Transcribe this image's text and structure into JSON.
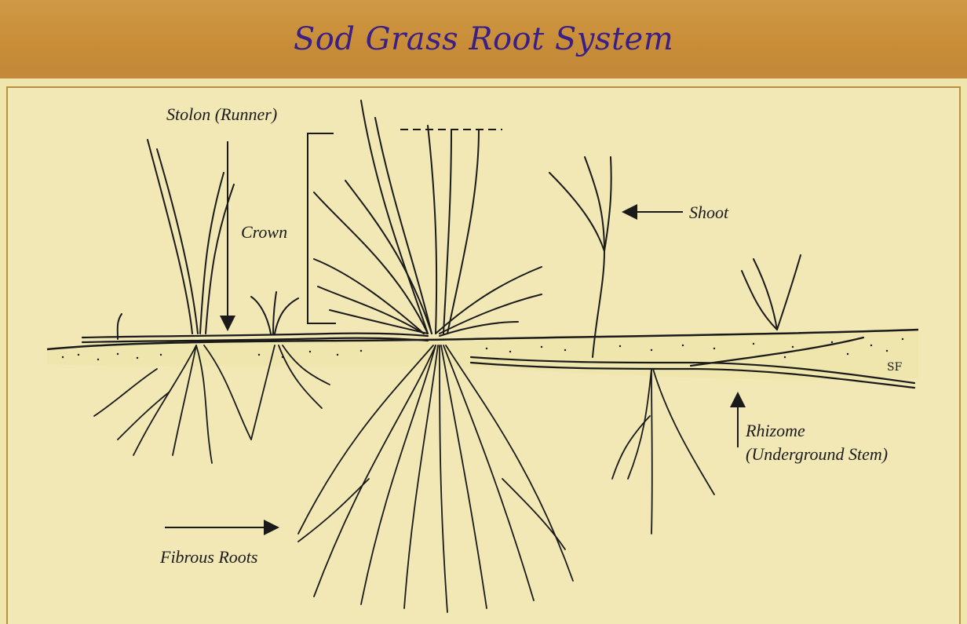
{
  "title": "Sod Grass Root System",
  "labels": {
    "stolon": "Stolon (Runner)",
    "crown": "Crown",
    "shoot": "Shoot",
    "rhizome_line1": "Rhizome",
    "rhizome_line2": "(Underground Stem)",
    "fibrous_roots": "Fibrous Roots",
    "signature": "SF"
  },
  "colors": {
    "title_bar": "#c98d37",
    "title_text": "#3a1f86",
    "background": "#f1e8b5",
    "ink": "#1a1a1a"
  }
}
